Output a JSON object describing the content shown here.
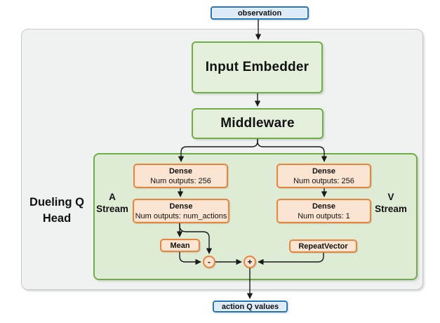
{
  "colors": {
    "blue_border": "#1f78c1",
    "blue_fill": "#dcebf7",
    "green_border": "#6fae46",
    "green_fill": "#e4f0db",
    "green_container_fill": "#dfecd5",
    "orange_border": "#e8843c",
    "orange_fill": "#fbe5d2",
    "gray_fill": "#f0f1f1",
    "gray_border": "#c6c9cc",
    "arrow": "#1a1a1a"
  },
  "nodes": {
    "observation": {
      "label": "observation"
    },
    "input_embedder": {
      "label": "Input Embedder"
    },
    "middleware": {
      "label": "Middleware"
    },
    "a_dense_1": {
      "title": "Dense",
      "subtitle": "Num outputs: 256"
    },
    "a_dense_2": {
      "title": "Dense",
      "subtitle": "Num outputs: num_actions"
    },
    "v_dense_1": {
      "title": "Dense",
      "subtitle": "Num outputs: 256"
    },
    "v_dense_2": {
      "title": "Dense",
      "subtitle": "Num outputs: 1"
    },
    "mean": {
      "label": "Mean"
    },
    "repeat_vector": {
      "label": "RepeatVector"
    },
    "minus_junction": {
      "label": "-"
    },
    "plus_junction": {
      "label": "+"
    },
    "action_q_values": {
      "label": "action Q values"
    }
  },
  "labels": {
    "dueling_q_head": {
      "line1": "Dueling Q",
      "line2": "Head"
    },
    "a_stream": {
      "line1": "A",
      "line2": "Stream"
    },
    "v_stream": {
      "line1": "V",
      "line2": "Stream"
    }
  }
}
